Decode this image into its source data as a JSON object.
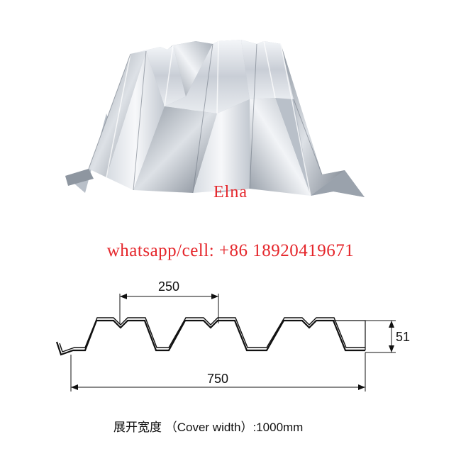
{
  "watermark": "Elna",
  "contact": "whatsapp/cell: +86 18920419671",
  "dimensions": {
    "rib_pitch": "250",
    "height": "51",
    "effective_width": "750"
  },
  "caption": "展开宽度 （Cover width）:1000mm",
  "colors": {
    "watermark_red": "#e5262b",
    "line": "#111111",
    "steel_light": "#eef1f5",
    "steel_mid": "#b9c0c9",
    "steel_dark": "#6f7883"
  }
}
